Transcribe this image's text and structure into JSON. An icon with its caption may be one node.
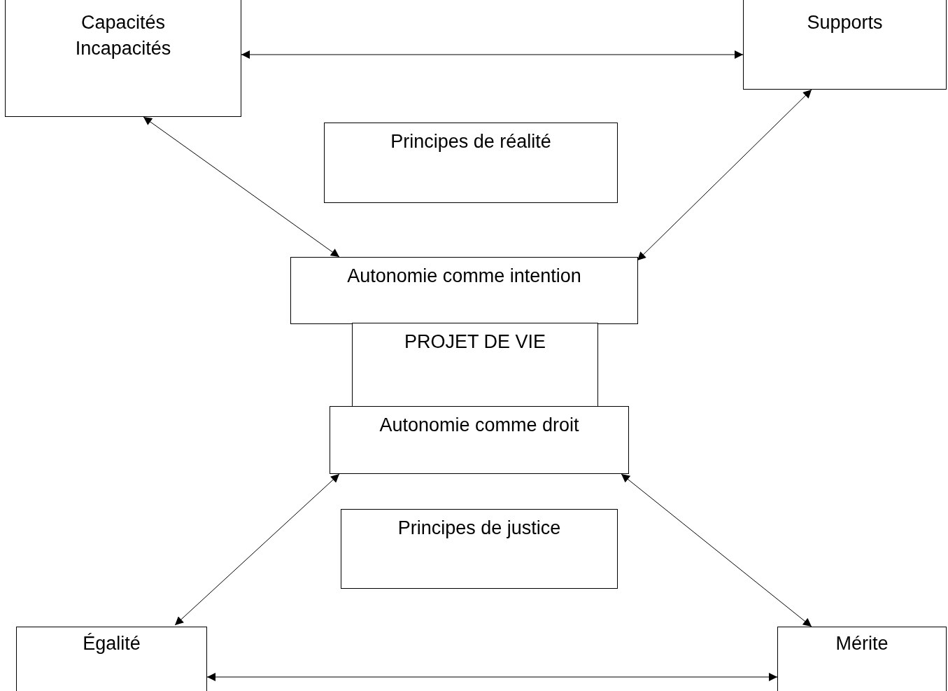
{
  "diagram": {
    "nodes": [
      {
        "text": [
          "Capacités Incapacités"
        ]
      },
      {
        "text": [
          "Supports"
        ]
      },
      {
        "text": [
          "Principes de réalité"
        ]
      },
      {
        "text": [
          "Autonomie comme intention"
        ]
      },
      {
        "text": [
          "PROJET DE VIE"
        ]
      },
      {
        "text": [
          "Autonomie comme droit"
        ]
      },
      {
        "text": [
          "Principes de justice"
        ]
      },
      {
        "text": [
          "Égalité"
        ]
      },
      {
        "text": [
          "Mérite"
        ]
      }
    ],
    "edges": [
      {
        "from": 0,
        "to": 1,
        "arrow": "both"
      },
      {
        "from": 0,
        "to": 3,
        "arrow": "both"
      },
      {
        "from": 1,
        "to": 3,
        "arrow": "both"
      },
      {
        "from": 5,
        "to": 7,
        "arrow": "both"
      },
      {
        "from": 5,
        "to": 8,
        "arrow": "both"
      },
      {
        "from": 7,
        "to": 8,
        "arrow": "both"
      }
    ]
  }
}
